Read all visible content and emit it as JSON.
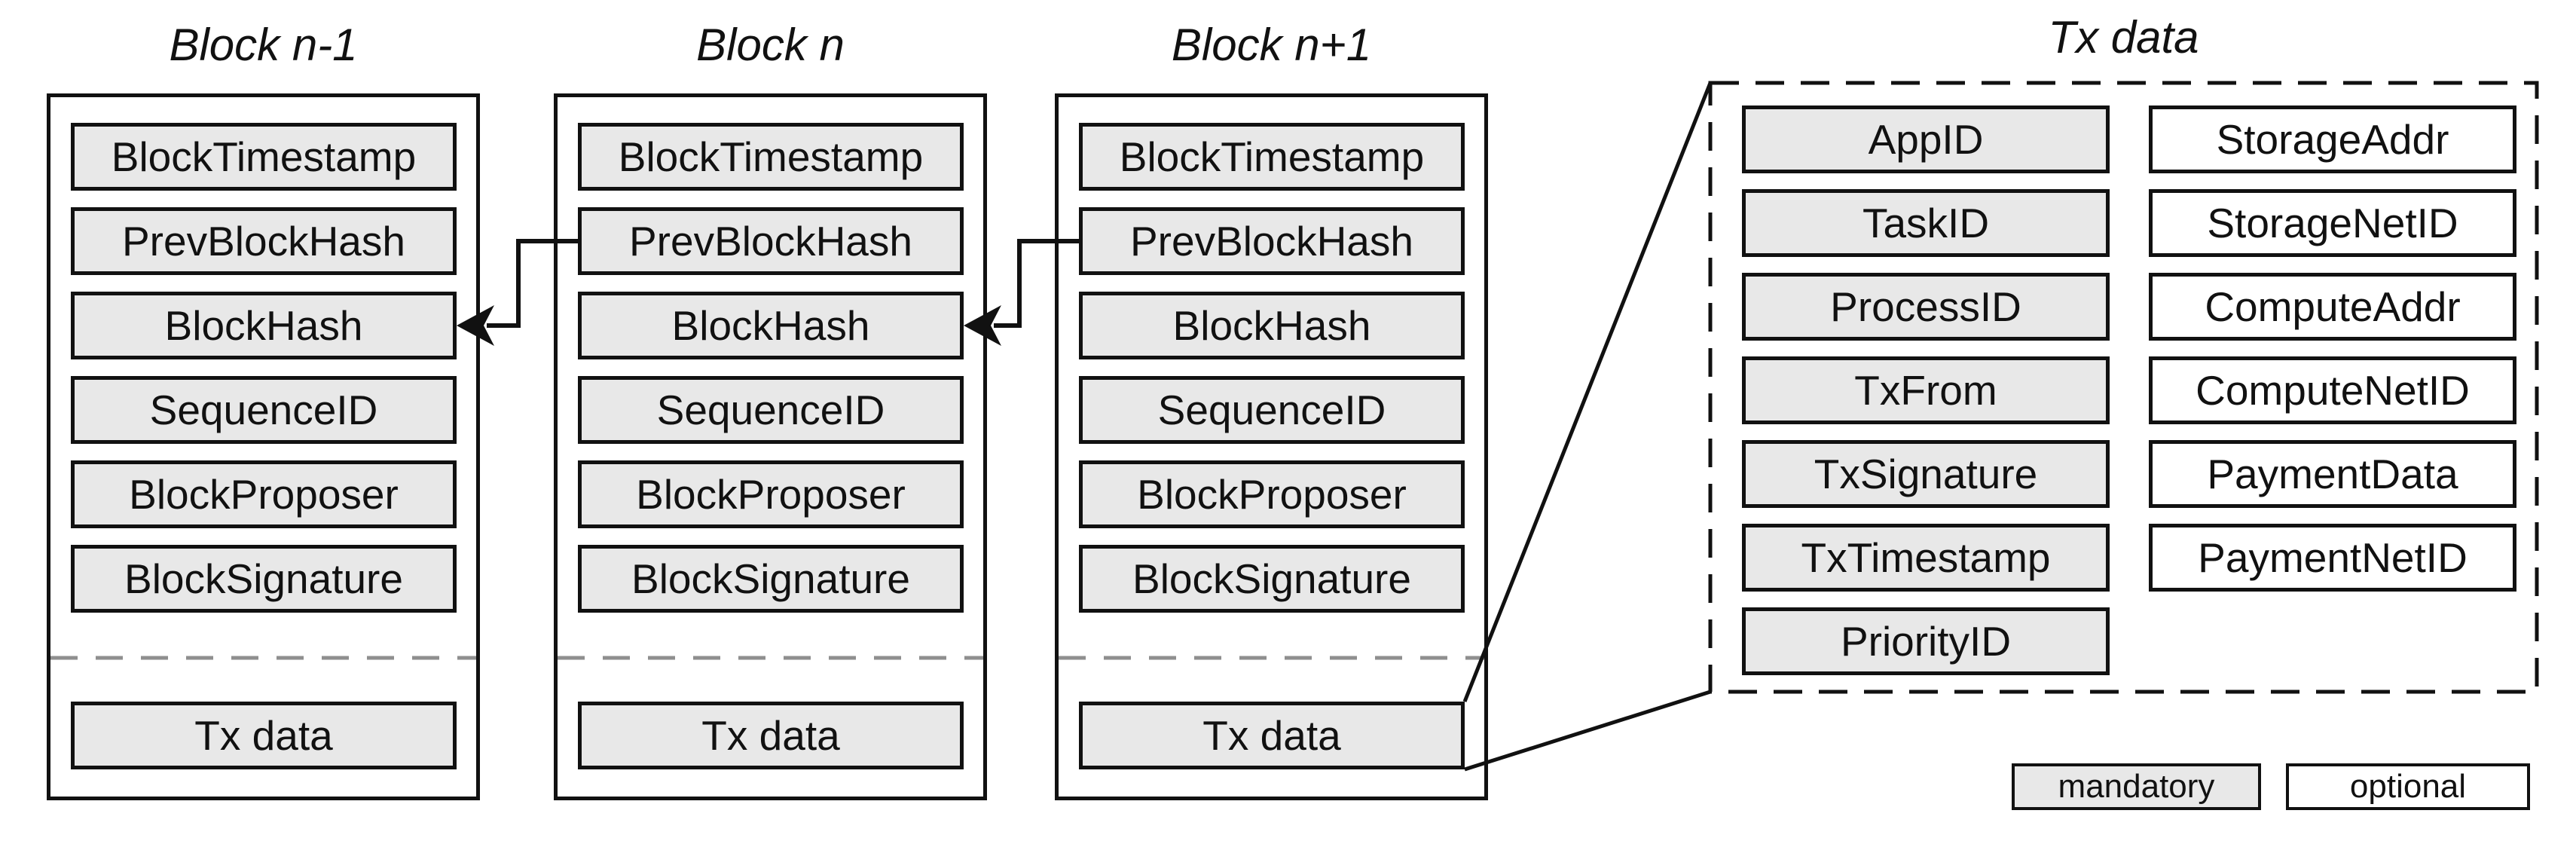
{
  "figure": {
    "blocks": [
      {
        "title": "Block n-1",
        "fields": [
          "BlockTimestamp",
          "PrevBlockHash",
          "BlockHash",
          "SequenceID",
          "BlockProposer",
          "BlockSignature"
        ],
        "tx_field": "Tx data"
      },
      {
        "title": "Block n",
        "fields": [
          "BlockTimestamp",
          "PrevBlockHash",
          "BlockHash",
          "SequenceID",
          "BlockProposer",
          "BlockSignature"
        ],
        "tx_field": "Tx data"
      },
      {
        "title": "Block n+1",
        "fields": [
          "BlockTimestamp",
          "PrevBlockHash",
          "BlockHash",
          "SequenceID",
          "BlockProposer",
          "BlockSignature"
        ],
        "tx_field": "Tx data"
      }
    ],
    "tx_detail": {
      "title": "Tx data",
      "mandatory_fields": [
        "AppID",
        "TaskID",
        "ProcessID",
        "TxFrom",
        "TxSignature",
        "TxTimestamp",
        "PriorityID"
      ],
      "optional_fields": [
        "StorageAddr",
        "StorageNetID",
        "ComputeAddr",
        "ComputeNetID",
        "PaymentData",
        "PaymentNetID"
      ]
    },
    "legend": {
      "mandatory_label": "mandatory",
      "optional_label": "optional"
    },
    "colors": {
      "mandatory_fill": "#e8e8e8",
      "optional_fill": "#ffffff",
      "line_color": "#111111",
      "separator_dash_color": "#8f8f8f"
    }
  }
}
